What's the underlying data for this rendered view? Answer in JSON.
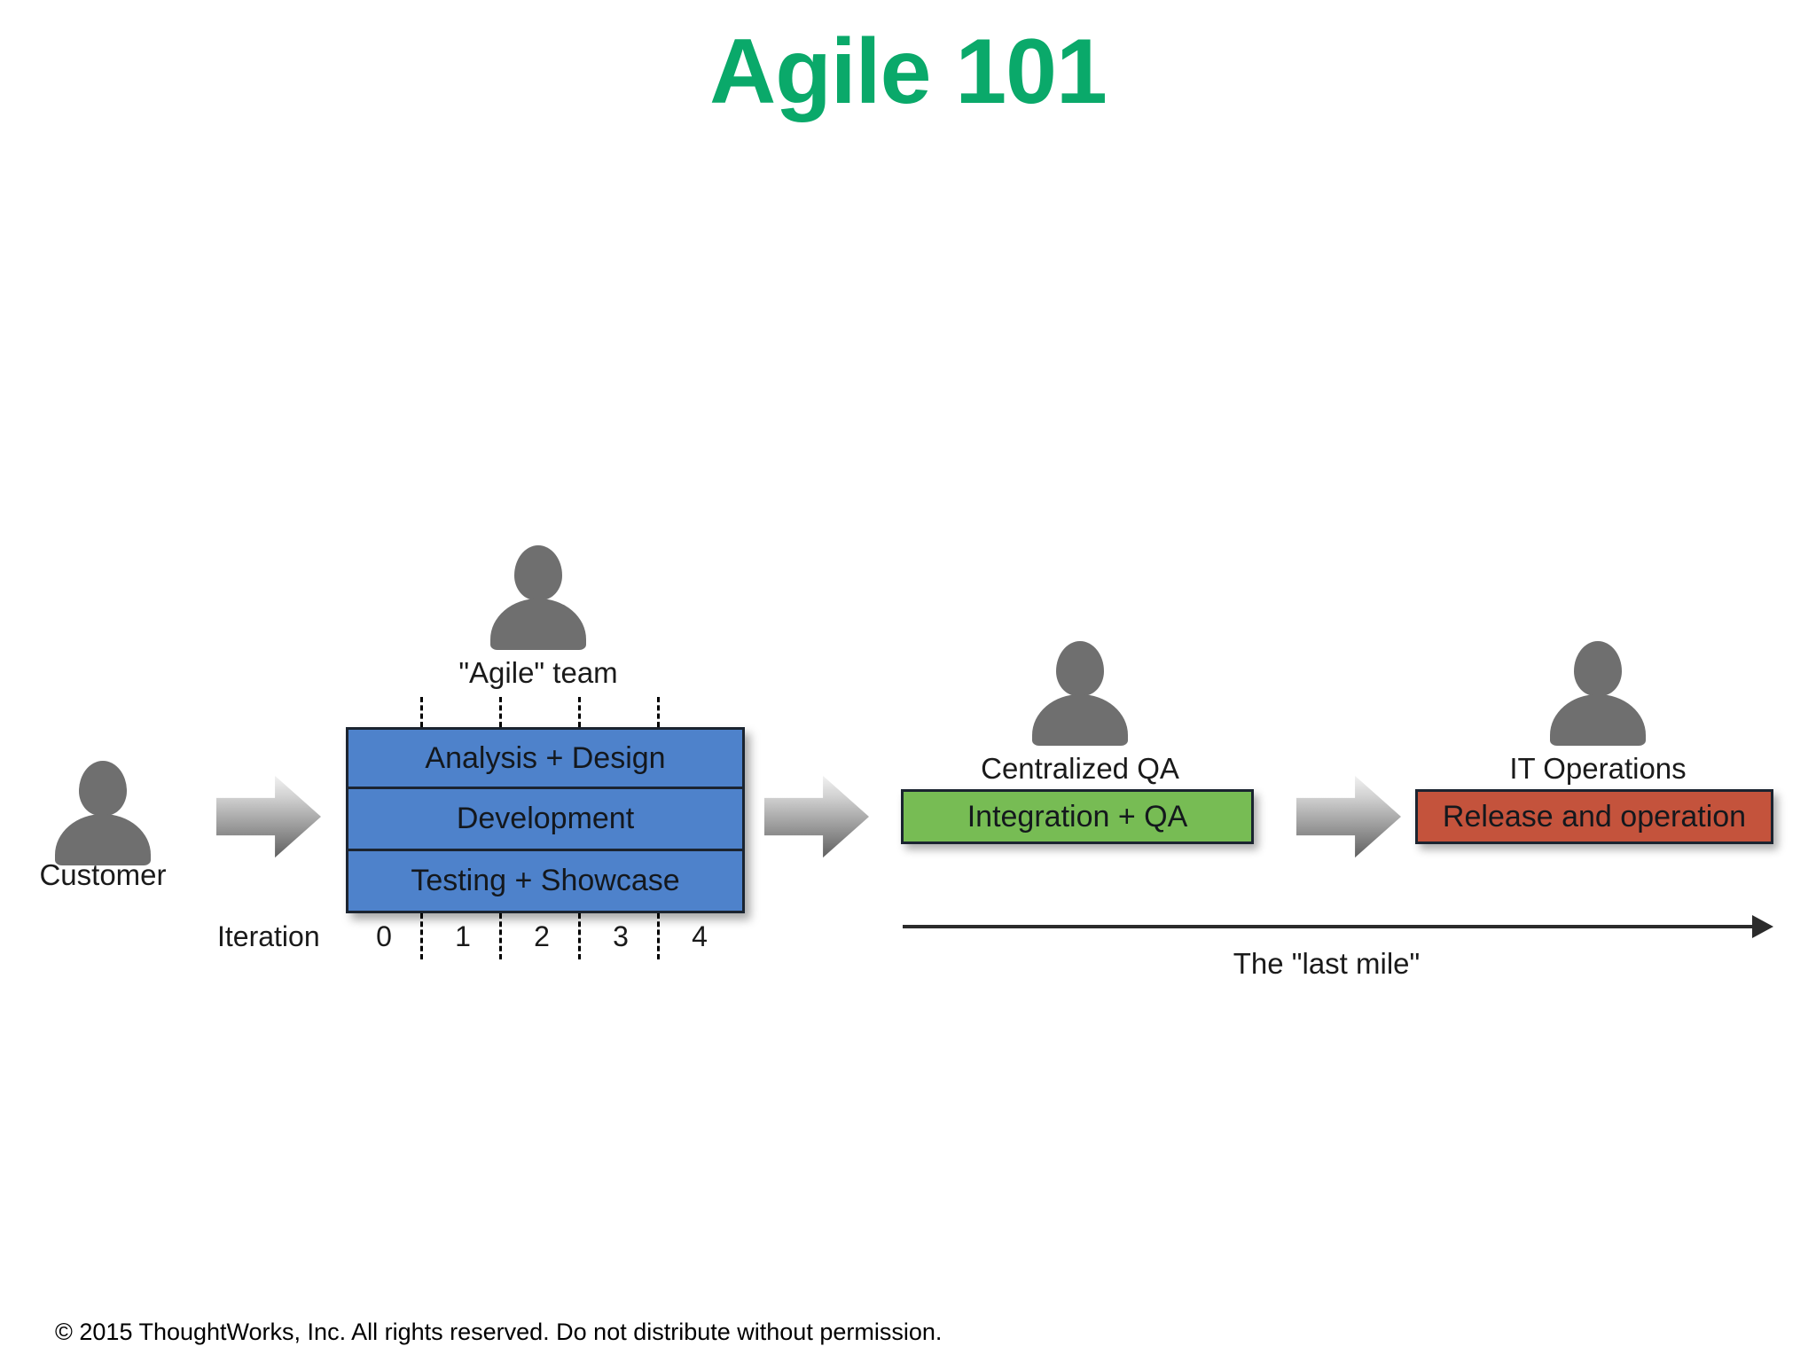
{
  "slide": {
    "title": "Agile 101",
    "title_color": "#0aa96a",
    "background": "#ffffff",
    "footer": "© 2015 ThoughtWorks, Inc. All rights reserved. Do not distribute without permission."
  },
  "diagram": {
    "type": "process-flow",
    "actors": [
      {
        "id": "customer",
        "label": "Customer",
        "icon": "person-icon"
      },
      {
        "id": "agile-team",
        "label": "\"Agile\" team",
        "icon": "person-icon"
      },
      {
        "id": "central-qa",
        "label": "Centralized QA",
        "icon": "person-icon"
      },
      {
        "id": "it-ops",
        "label": "IT Operations",
        "icon": "person-icon"
      }
    ],
    "connectors": [
      {
        "id": "arrow-customer-to-team",
        "icon": "right-arrow-icon"
      },
      {
        "id": "arrow-team-to-qa",
        "icon": "right-arrow-icon"
      },
      {
        "id": "arrow-qa-to-ops",
        "icon": "right-arrow-icon"
      }
    ],
    "agile_stack": {
      "color": "#4e82cb",
      "rows": [
        {
          "label": "Analysis + Design"
        },
        {
          "label": "Development"
        },
        {
          "label": "Testing + Showcase"
        }
      ]
    },
    "qa_box": {
      "label": "Integration + QA",
      "color": "#77bc54"
    },
    "ops_box": {
      "label": "Release and operation",
      "color": "#c4533c"
    },
    "iteration_axis": {
      "label": "Iteration",
      "ticks": [
        "0",
        "1",
        "2",
        "3",
        "4"
      ]
    },
    "last_mile": {
      "label": "The \"last mile\"",
      "icon": "right-arrow-line-icon"
    }
  }
}
